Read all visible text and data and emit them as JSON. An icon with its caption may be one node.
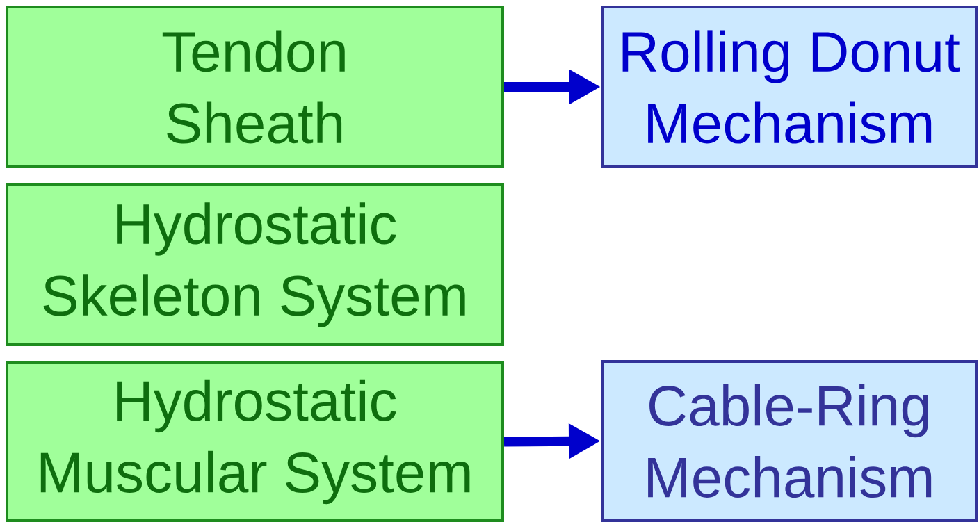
{
  "diagram": {
    "nodes": [
      {
        "text": [
          "Tendon Sheath"
        ]
      },
      {
        "text": [
          "Rolling Donut Mechanism"
        ]
      },
      {
        "text": [
          "Hydrostatic Skeleton System"
        ]
      },
      {
        "text": [
          "Hydrostatic Muscular System"
        ]
      },
      {
        "text": [
          "Cable-Ring Mechanism"
        ]
      }
    ],
    "edges": [
      {
        "from": 0,
        "to": 1,
        "arrow": "to"
      },
      {
        "from": 3,
        "to": 4,
        "arrow": "to"
      }
    ]
  }
}
